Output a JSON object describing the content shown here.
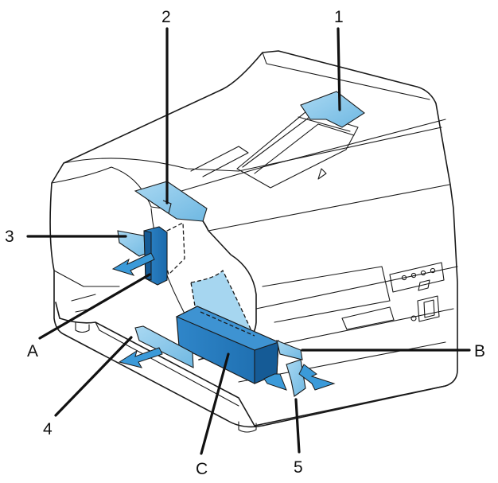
{
  "callouts": {
    "c1": "1",
    "c2": "2",
    "c3": "3",
    "c4": "4",
    "c5": "5",
    "cA": "A",
    "cB": "B",
    "cC": "C"
  },
  "colors": {
    "tape_light": "#8ec9ea",
    "tape_mid": "#64b2df",
    "block_dark": "#1f73b7",
    "block_side": "#155b96",
    "arrow_blue": "#3b9ad9",
    "outline": "#1a1a1a"
  }
}
